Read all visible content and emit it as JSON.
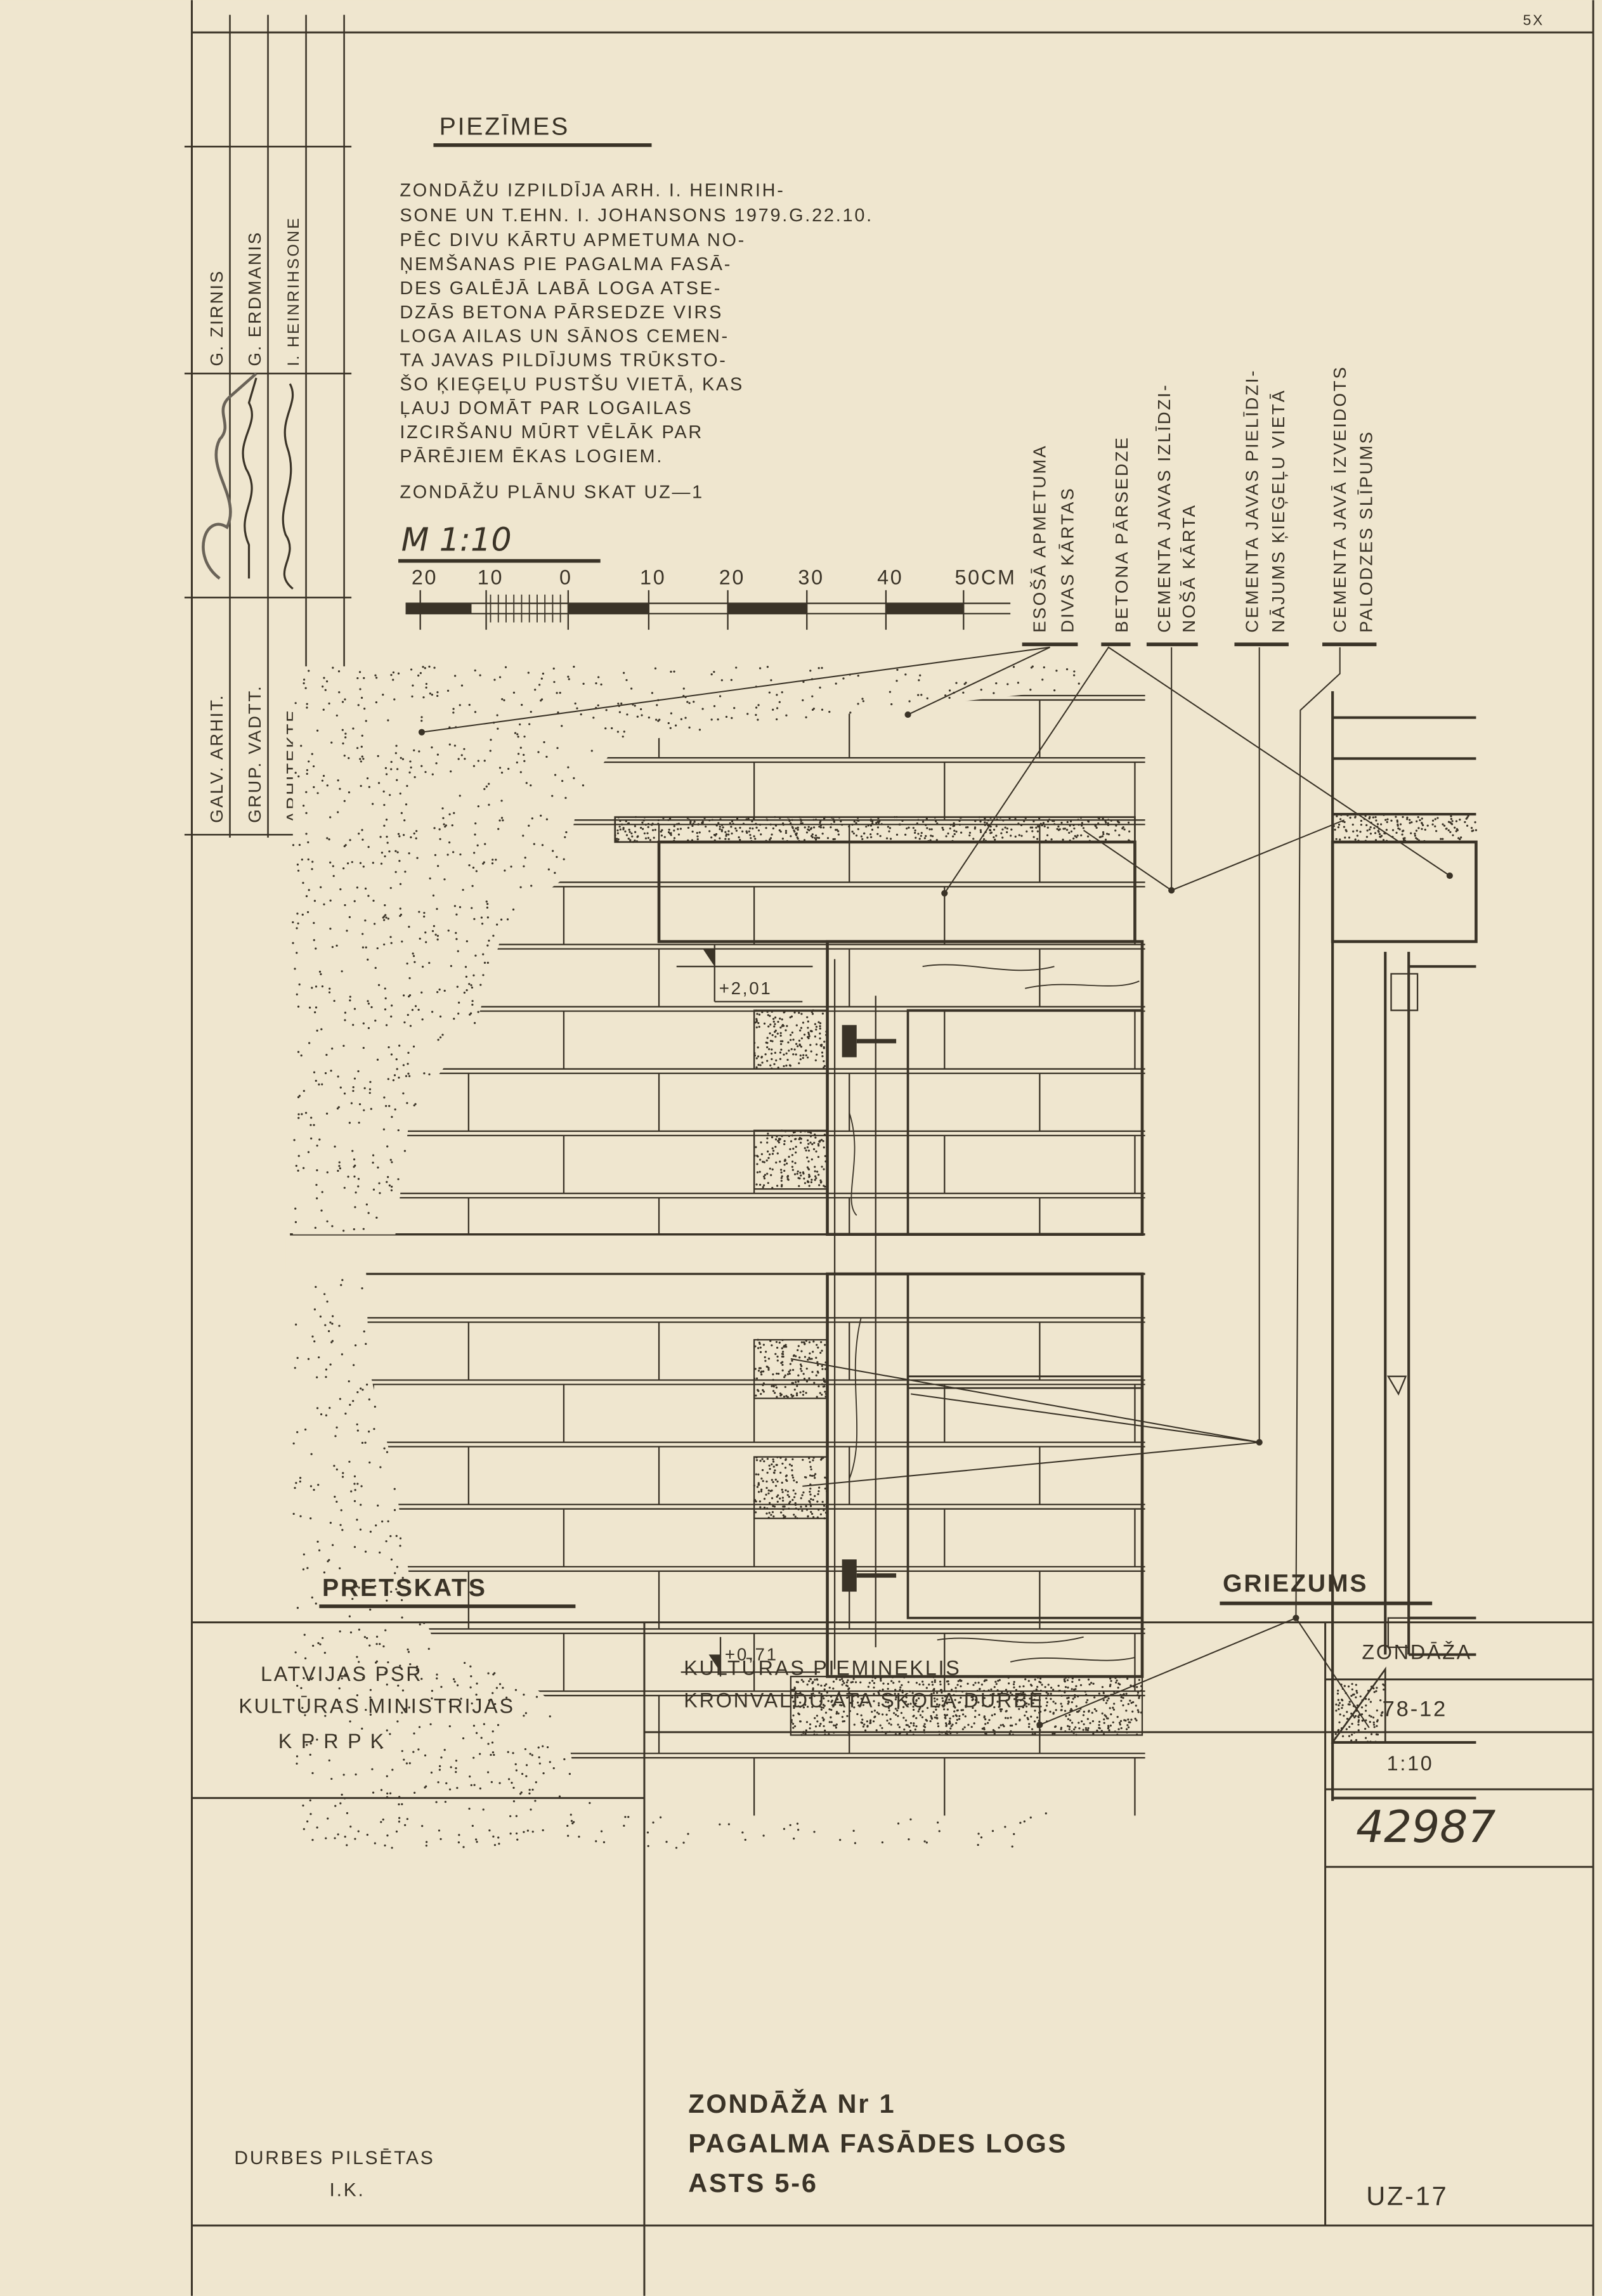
{
  "sheet_mark": "5X",
  "sidebar": {
    "rows": [
      {
        "role": "GALV. ARHIT.",
        "name": "G. ZIRNIS"
      },
      {
        "role": "GRUP. VADTT.",
        "name": "G. ERDMANIS"
      },
      {
        "role": "ARHITEKTE",
        "name": "I. HEINRIHSONE"
      }
    ]
  },
  "notes": {
    "title": "PIEZĪMES",
    "para1": [
      "ZONDĀŽU IZPILDĪJA ARH. I. HEINRIH-",
      "SONE UN T.EHN. I. JOHANSONS 1979.G.22.10."
    ],
    "para2": [
      "PĒC DIVU KĀRTU APMETUMA NO-",
      "ŅEMŠANAS PIE PAGALMA FASĀ-",
      "DES GALĒJĀ LABĀ LOGA ATSE-",
      "DZĀS BETONA PĀRSEDZE VIRS",
      "LOGA AILAS UN SĀNOS CEMEN-",
      "TA JAVAS PILDĪJUMS TRŪKSTO-",
      "ŠO ĶIEĢEĻU PUSTŠU VIETĀ, KAS",
      "ĻAUJ DOMĀT PAR LOGAILAS",
      "IZCIRŠANU MŪRT VĒLĀK PAR",
      "PĀRĒJIEM ĒKAS LOGIEM."
    ],
    "reference": "ZONDĀŽU PLĀNU SKAT UZ—1"
  },
  "scale": {
    "title": "M 1:10",
    "ticks": [
      "20",
      "10",
      "0",
      "10",
      "20",
      "30",
      "40",
      "50CM"
    ]
  },
  "callouts": [
    {
      "line1": "ESOŠĀ APMETUMA",
      "line2": "DIVAS KĀRTAS"
    },
    {
      "line1": "BETONA PĀRSEDZE",
      "line2": ""
    },
    {
      "line1": "CEMENTA JAVAS IZLĪDZI-",
      "line2": "NOŠĀ KĀRTA"
    },
    {
      "line1": "CEMENTA JAVAS PIELĪDZI-",
      "line2": "NĀJUMS ĶIEĢEĻU VIETĀ"
    },
    {
      "line1": "CEMENTA JAVĀ IZVEIDOTS",
      "line2": "PALODZES SLĪPUMS"
    }
  ],
  "levels": {
    "upper": "+2,01",
    "lower": "+0,71"
  },
  "views": {
    "elevation": "PRETSKATS",
    "section": "GRIEZUMS"
  },
  "title_block": {
    "org": [
      "LATVIJAS PSR",
      "KULTŪRAS MINISTRIJAS",
      "K P R P K"
    ],
    "client": [
      "DURBES PILSĒTAS",
      "I.K."
    ],
    "project": [
      "KULTŪRAS PIEMINEKLIS",
      "KRONVALDU ATA SKOLA DURBĒ"
    ],
    "sheet_title": [
      "ZONDĀŽA Nr 1",
      "PAGALMA FASĀDES LOGS",
      "ASTS 5-6"
    ],
    "type": "ZONDĀŽA",
    "code": "78-12",
    "scale": "1:10",
    "inventory": "42987",
    "sheet_no": "UZ-17"
  },
  "colors": {
    "paper": "#efe6cf",
    "ink": "#3a3327"
  }
}
